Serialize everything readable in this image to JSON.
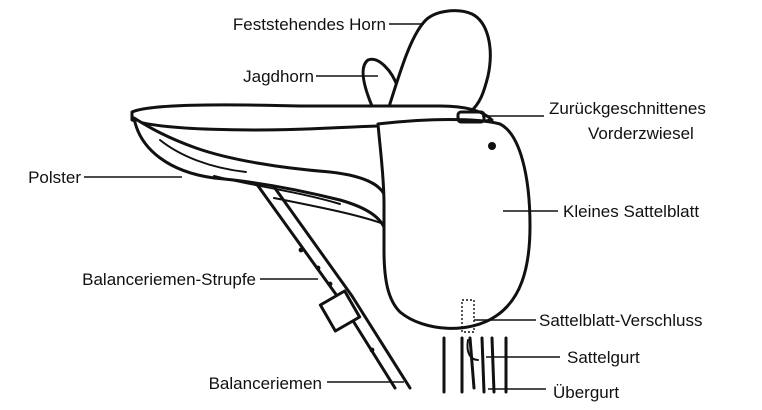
{
  "diagram": {
    "labels": {
      "fixed_horn": "Feststehendes Horn",
      "hunting_horn": "Jagdhorn",
      "cutback_pommel_line1": "Zurückgeschnittenes",
      "cutback_pommel_line2": "Vorderzwiesel",
      "padding": "Polster",
      "small_flap": "Kleines Sattelblatt",
      "balance_strap_strupfe": "Balanceriemen-Strupfe",
      "flap_closure": "Sattelblatt-Verschluss",
      "girth": "Sattelgurt",
      "balance_strap": "Balanceriemen",
      "overgirth": "Übergurt"
    }
  }
}
